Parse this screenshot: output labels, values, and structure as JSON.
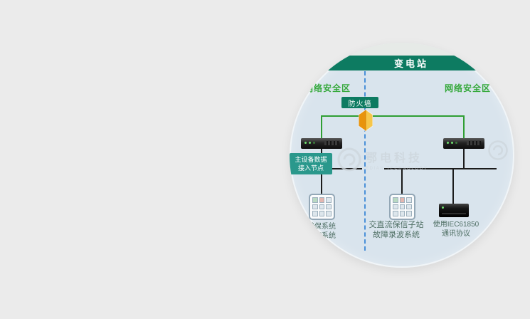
{
  "window": {
    "background": "#ebebeb"
  },
  "magnifier": {
    "banner": {
      "label": "变电站"
    },
    "zones": {
      "left_label": "网络安全区",
      "right_label": "网络安全区"
    },
    "firewall": {
      "label": "防火墙"
    },
    "access_node": {
      "line1": "主设备数据",
      "line2": "接入节点"
    },
    "systems": {
      "left": {
        "line1": "继保系统",
        "line2": "测控系统"
      },
      "middle": {
        "line1": "交直流保信子站",
        "line2": "故障录波系统"
      },
      "right": {
        "line1": "使用IEC61850",
        "line2": "通讯协议"
      }
    },
    "watermark": {
      "cn": "鄂电科技",
      "en": "EDIAN TECHNOLOGY"
    },
    "colors": {
      "banner_bg": "#0d7b61",
      "zone_label_green": "#36a93c",
      "divider_dash_blue": "#4a90d8",
      "link_green": "#2f9e33",
      "link_black": "#1b1b1b",
      "node_label_bg": "#2a988c",
      "circle_bg": "#d9e4ed",
      "firewall_orange": "#e8930c",
      "firewall_yellow": "#f6c64a"
    }
  }
}
